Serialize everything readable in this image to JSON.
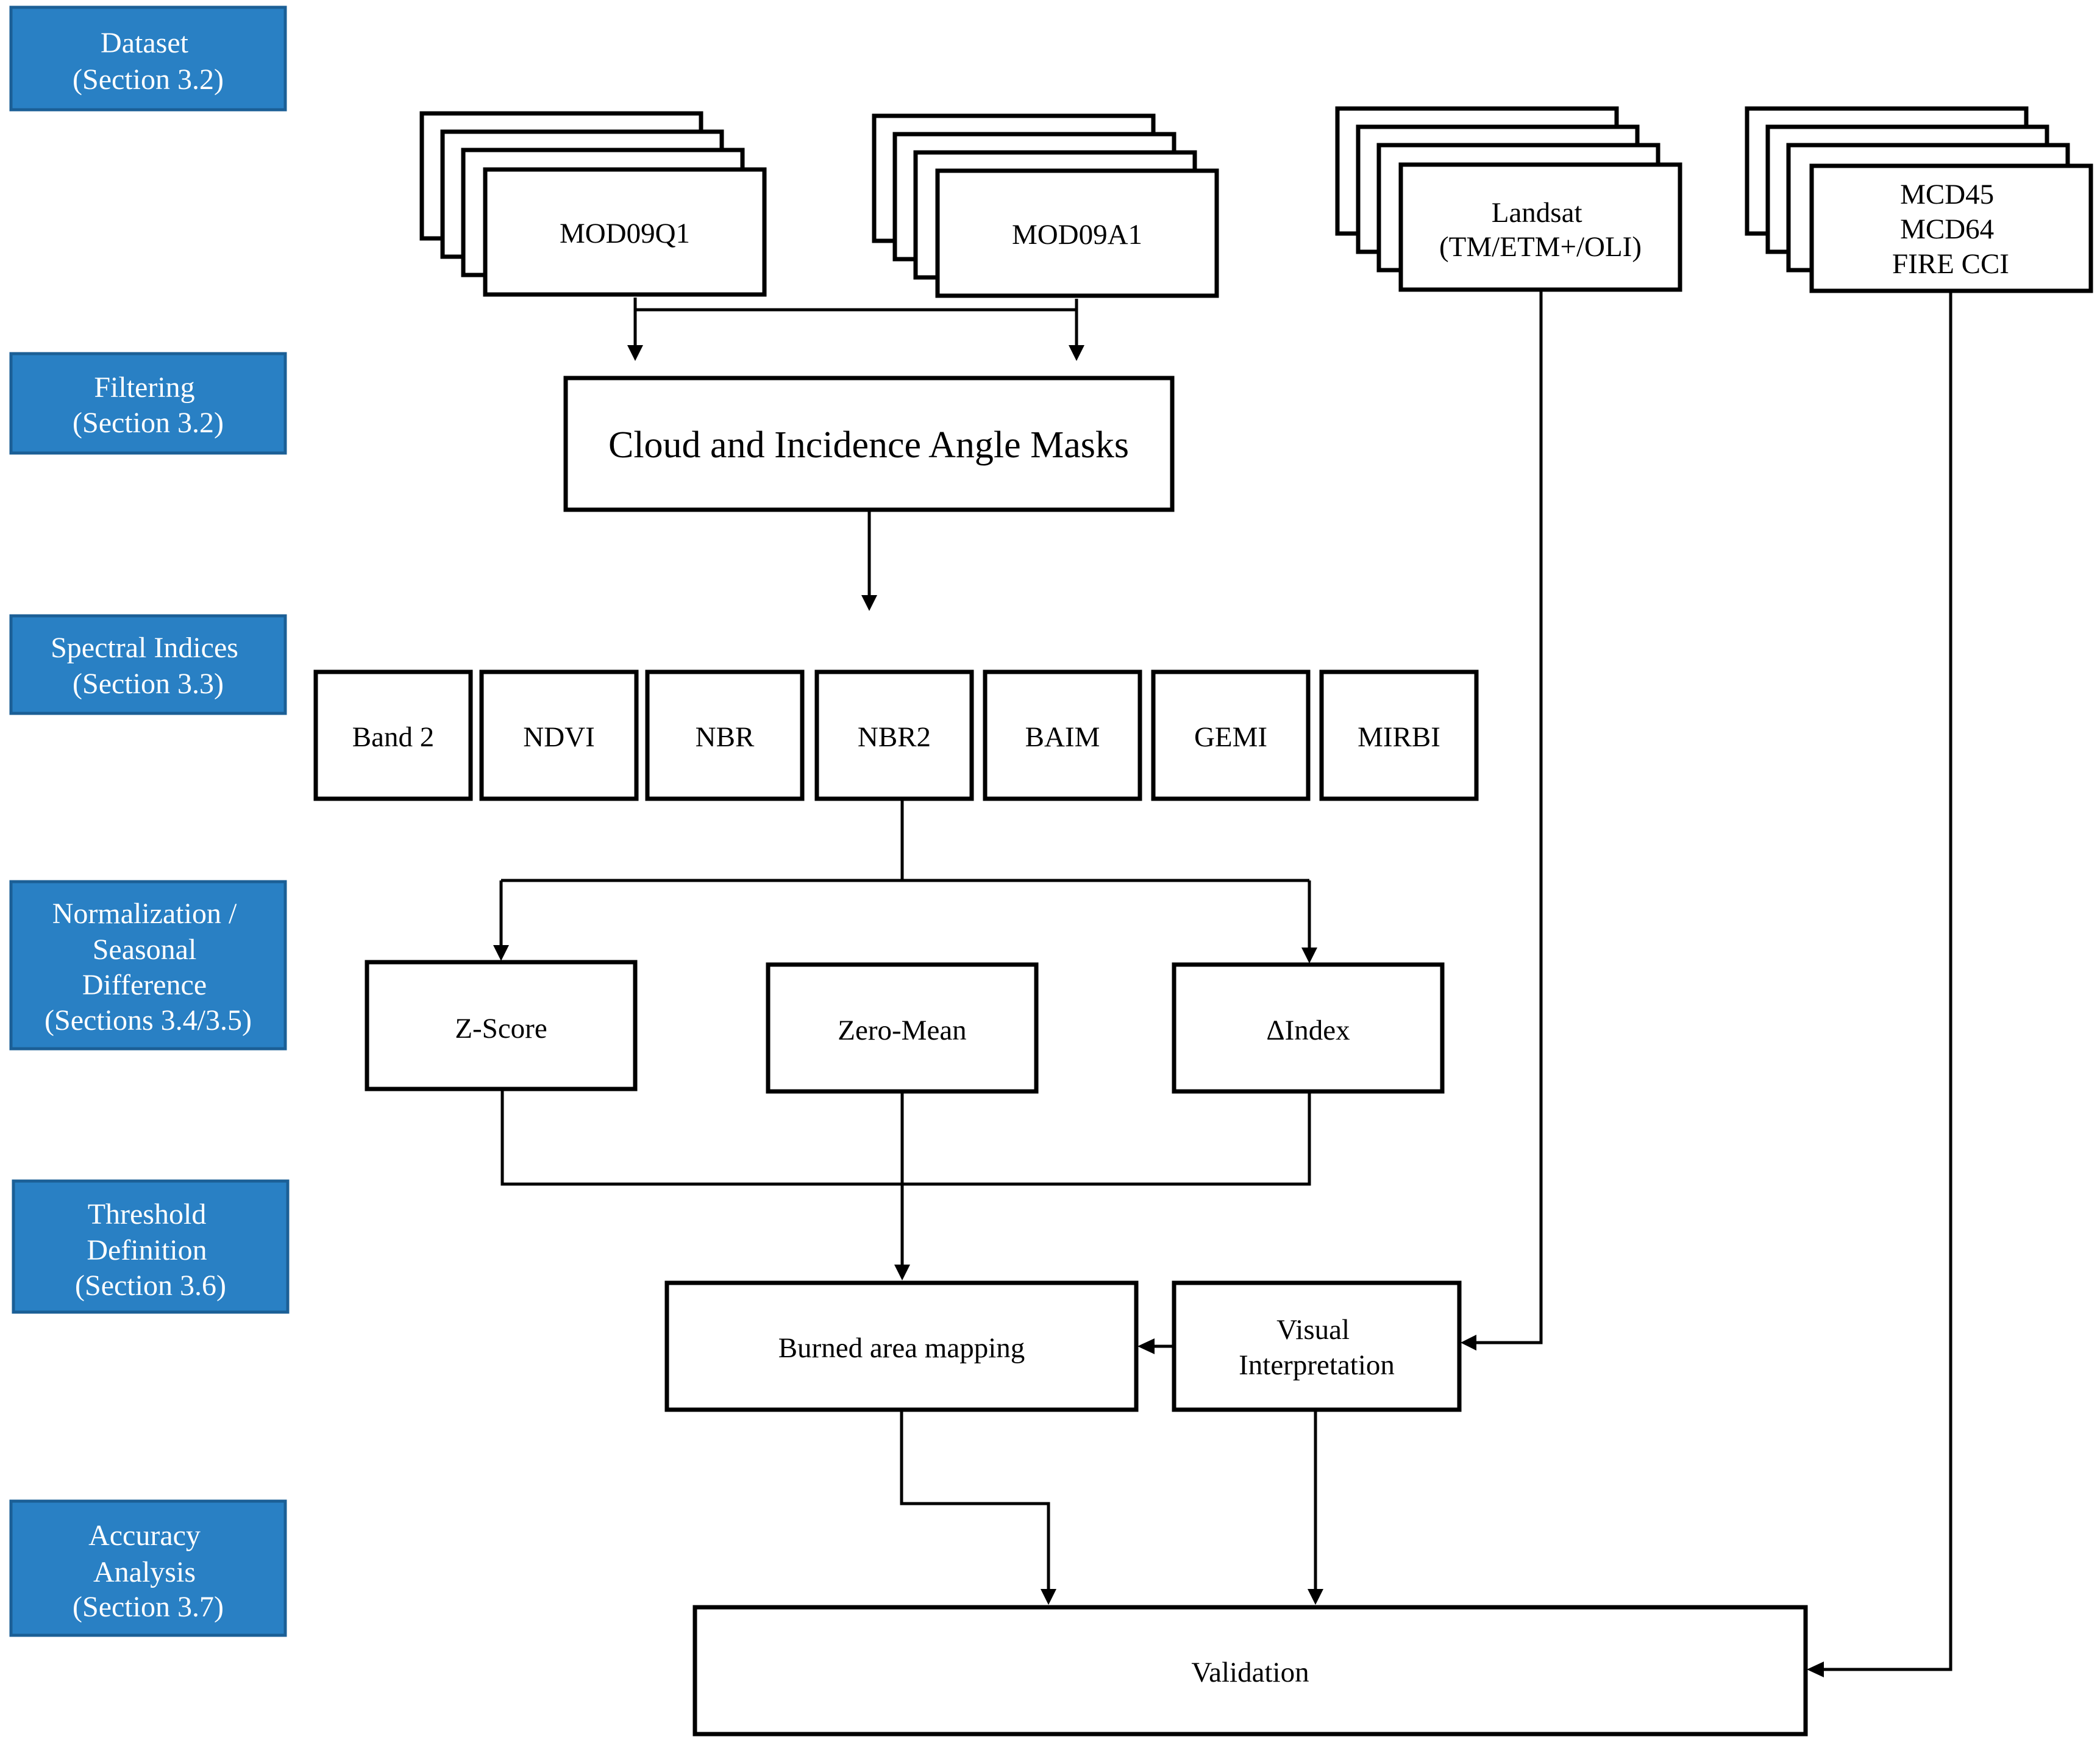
{
  "stages": [
    {
      "key": "dataset",
      "lines": [
        "Dataset",
        "(Section 3.2)"
      ]
    },
    {
      "key": "filtering",
      "lines": [
        "Filtering",
        "(Section 3.2)"
      ]
    },
    {
      "key": "spectral",
      "lines": [
        "Spectral Indices",
        "(Section 3.3)"
      ]
    },
    {
      "key": "normalization",
      "lines": [
        "Normalization  /",
        "Seasonal",
        "Difference",
        "(Sections 3.4/3.5)"
      ]
    },
    {
      "key": "threshold",
      "lines": [
        "Threshold",
        "Definition",
        "(Section 3.6)"
      ]
    },
    {
      "key": "accuracy",
      "lines": [
        "Accuracy",
        "Analysis",
        "(Section 3.7)"
      ]
    }
  ],
  "datasets": [
    {
      "key": "mod09q1",
      "lines": [
        "MOD09Q1"
      ]
    },
    {
      "key": "mod09a1",
      "lines": [
        "MOD09A1"
      ]
    },
    {
      "key": "landsat",
      "lines": [
        "Landsat",
        "(TM/ETM+/OLI)"
      ]
    },
    {
      "key": "mcd",
      "lines": [
        "MCD45",
        "MCD64",
        "FIRE CCI"
      ]
    }
  ],
  "masks": {
    "label": "Cloud and Incidence Angle  Masks"
  },
  "indices": [
    "Band 2",
    "NDVI",
    "NBR",
    "NBR2",
    "BAIM",
    "GEMI",
    "MIRBI"
  ],
  "normalization": [
    "Z-Score",
    "Zero-Mean",
    "ΔIndex"
  ],
  "mapping": {
    "label": "Burned area mapping"
  },
  "visual": {
    "lines": [
      "Visual",
      "Interpretation"
    ]
  },
  "validation": {
    "label": "Validation"
  },
  "colors": {
    "stage_fill": "#2980c4",
    "stage_border": "#1b5f96",
    "stage_text": "#ffffff",
    "line": "#000000"
  }
}
